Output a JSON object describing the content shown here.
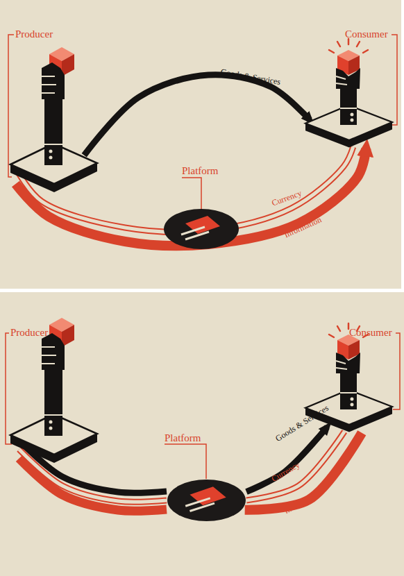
{
  "diagram": {
    "nodes": [
      {
        "text": [
          "Producer"
        ]
      },
      {
        "text": [
          "Consumer"
        ]
      },
      {
        "text": [
          "Platform"
        ]
      },
      {
        "text": [
          "Producer"
        ]
      },
      {
        "text": [
          "Consumer"
        ]
      },
      {
        "text": [
          "Platform"
        ]
      }
    ],
    "edges": [
      {
        "from": 0,
        "to": 1,
        "label": "Goods & Services",
        "arrow": "to"
      },
      {
        "from": 0,
        "to": 1,
        "label": "Currency",
        "arrow": "none"
      },
      {
        "from": 0,
        "to": 1,
        "label": "Information",
        "arrow": "to"
      },
      {
        "from": 3,
        "to": 5,
        "arrow": "none"
      },
      {
        "from": 5,
        "to": 4,
        "label": "Goods & Services",
        "arrow": "to"
      },
      {
        "from": 5,
        "to": 4,
        "label": "Currency",
        "arrow": "none"
      },
      {
        "from": 5,
        "to": 4,
        "label": "Informations",
        "arrow": "none"
      }
    ]
  }
}
